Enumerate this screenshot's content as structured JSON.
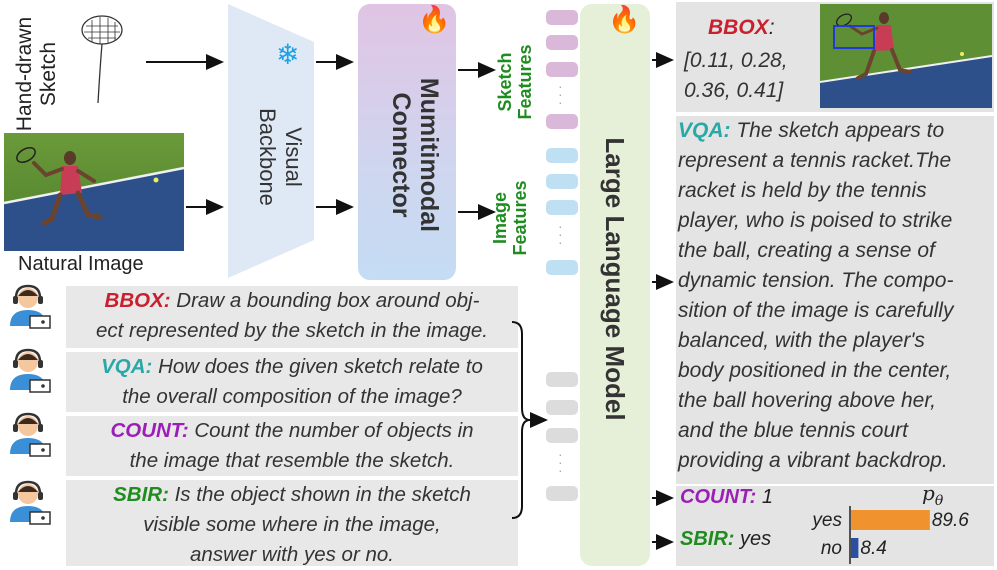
{
  "inputs": {
    "sketch_label": "Hand-drawn\nSketch",
    "image_label": "Natural Image"
  },
  "backbone": {
    "label": "Visual\nBackbone"
  },
  "connector": {
    "label": "Mumitimodal\nConnector"
  },
  "features": {
    "sketch": "Sketch\nFeatures",
    "image": "Image\nFeatures"
  },
  "llm": {
    "label": "Large Language Model"
  },
  "prompts": [
    {
      "tag": "BBOX:",
      "text": "Draw a bounding box around obj-\nect represented by the sketch in the image.",
      "tag_color": "#c8202e"
    },
    {
      "tag": "VQA:",
      "text": "How does the given sketch relate to\nthe overall composition of the image?",
      "tag_color": "#2aa8a8"
    },
    {
      "tag": "COUNT:",
      "text": "Count the number of objects in\nthe image that resemble the sketch.",
      "tag_color": "#9b1fb7"
    },
    {
      "tag": "SBIR:",
      "text": "Is the object shown in the sketch\nvisible some where in the image,\nanswer with yes or no.",
      "tag_color": "#1e8c1e"
    }
  ],
  "outputs": {
    "bbox": {
      "tag": "BBOX",
      "colon": ":",
      "value": "[0.11, 0.28,\n0.36, 0.41]"
    },
    "vqa": {
      "tag": "VQA:",
      "text": "The sketch appears to\nrepresent a tennis racket.The\nracket is held by the tennis\nplayer, who is poised to strike\nthe ball, creating a sense of\ndynamic tension. The compo-\nsition of the image is carefully\nbalanced, with the player's\nbody positioned in the center,\nthe ball hovering above her,\nand the blue tennis court\nproviding a vibrant backdrop."
    },
    "count": {
      "tag": "COUNT:",
      "value": "1"
    },
    "sbir": {
      "tag": "SBIR:",
      "value": "yes"
    }
  },
  "prob_chart": {
    "title": "p",
    "title_sub": "θ",
    "colors": {
      "yes": "#f0922e",
      "no": "#2a4f9e"
    }
  },
  "chart_data": {
    "type": "bar",
    "categories": [
      "yes",
      "no"
    ],
    "values": [
      89.6,
      8.4
    ],
    "title": "pθ"
  },
  "icons": {
    "snowflake": "❄",
    "flame": "🔥"
  }
}
